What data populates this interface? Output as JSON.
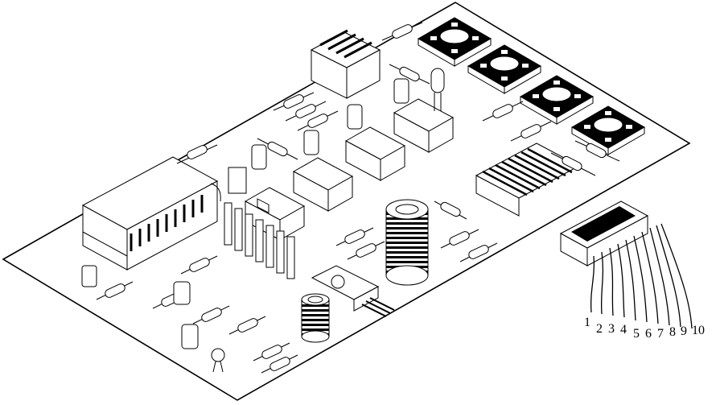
{
  "diagram": {
    "stroke_color": "#000000",
    "fill_color": "#ffffff",
    "connector": {
      "pin_labels": [
        "1",
        "2",
        "3",
        "4",
        "5",
        "6",
        "7",
        "8",
        "9",
        "10"
      ]
    }
  }
}
